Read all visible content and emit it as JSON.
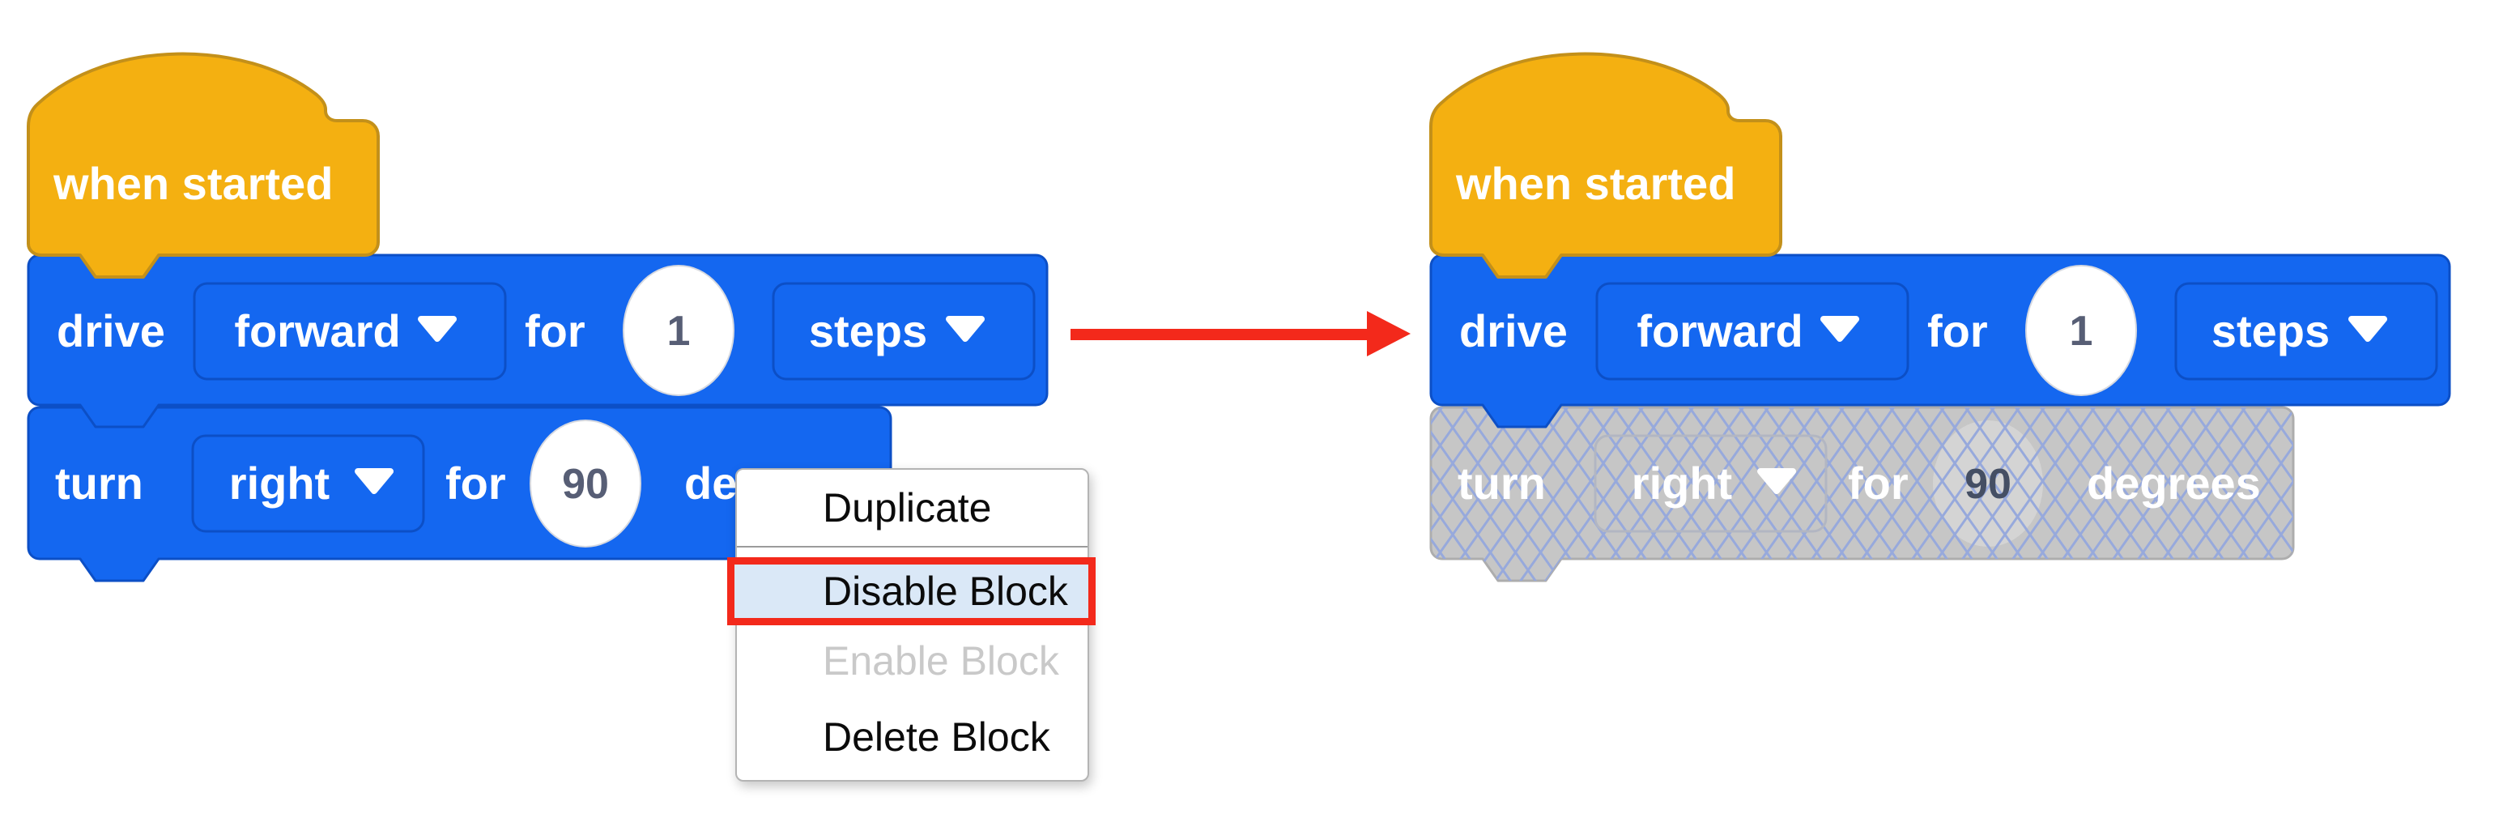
{
  "program": {
    "hat_label": "when started",
    "drive_block": {
      "verb": "drive",
      "direction": "forward",
      "preposition": "for",
      "value": "1",
      "unit": "steps"
    },
    "turn_block": {
      "verb": "turn",
      "direction": "right",
      "preposition": "for",
      "value": "90",
      "unit": "degrees"
    }
  },
  "right_stack_state": {
    "turn_block_disabled": true
  },
  "context_menu": {
    "items": [
      {
        "label": "Duplicate",
        "state": "normal"
      },
      {
        "label": "Disable Block",
        "state": "highlighted"
      },
      {
        "label": "Enable Block",
        "state": "disabled"
      },
      {
        "label": "Delete Block",
        "state": "normal"
      }
    ]
  },
  "annotations": {
    "arrow_direction": "right",
    "arrow_color": "#F3291B",
    "highlight_box_color": "#F3291B"
  },
  "colors": {
    "block_blue": "#1467F0",
    "block_blue_stroke": "#0C4FC6",
    "hat_yellow": "#F4B011",
    "hat_yellow_stroke": "#C3901A",
    "disabled_gray": "#C6C6C6",
    "disabled_lattice_blue": "#97A9DC",
    "value_text": "#575E75",
    "menu_highlight_bg": "#DAE8F7",
    "menu_disabled_text": "#C9C9C9"
  }
}
